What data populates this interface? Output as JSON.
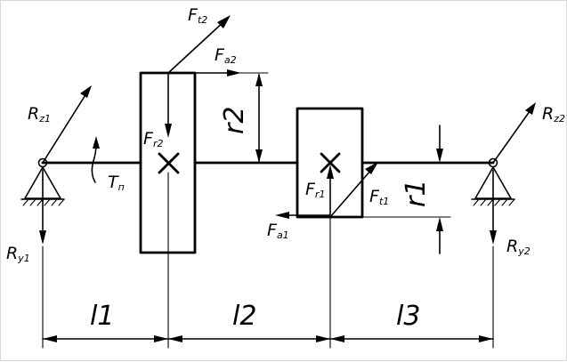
{
  "labels": {
    "Ft2": {
      "symbol": "F",
      "sub": "t2"
    },
    "Fa2": {
      "symbol": "F",
      "sub": "a2"
    },
    "Fr2": {
      "symbol": "F",
      "sub": "r2"
    },
    "r2": "r2",
    "Rz1": {
      "symbol": "R",
      "sub": "z1"
    },
    "Rz2": {
      "symbol": "R",
      "sub": "z2"
    },
    "Tn": {
      "symbol": "T",
      "sub": "п"
    },
    "Fr1": {
      "symbol": "F",
      "sub": "r1"
    },
    "Ft1": {
      "symbol": "F",
      "sub": "t1"
    },
    "r1": "r1",
    "Fa1": {
      "symbol": "F",
      "sub": "a1"
    },
    "Ry1": {
      "symbol": "R",
      "sub": "y1"
    },
    "Ry2": {
      "symbol": "R",
      "sub": "y2"
    },
    "l1": "l1",
    "l2": "l2",
    "l3": "l3"
  }
}
